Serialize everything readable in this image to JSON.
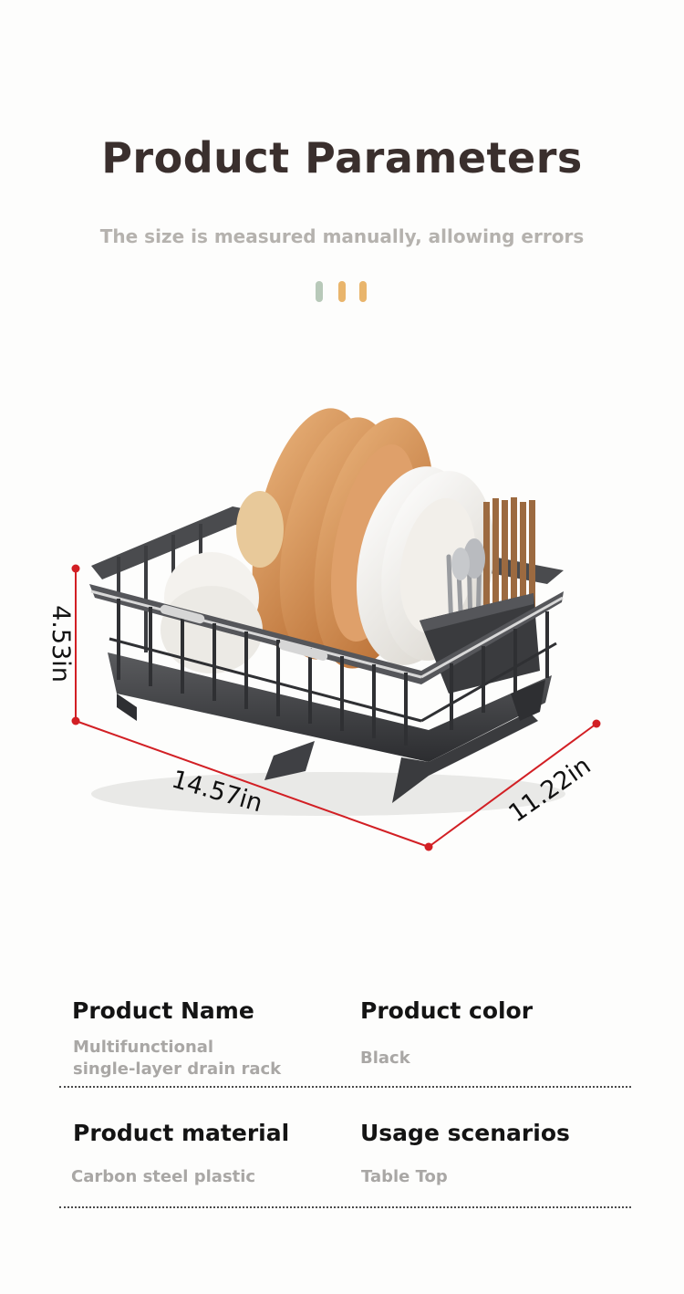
{
  "header": {
    "title": "Product Parameters",
    "subtitle": "The size is measured manually, allowing errors"
  },
  "accent_dots": [
    "#b8c9b9",
    "#e9b56c",
    "#e9b56c"
  ],
  "dimensions": {
    "height": "4.53in",
    "length": "14.57in",
    "width": "11.22in",
    "line_color": "#d21f24"
  },
  "parameters": [
    {
      "label": "Product Name",
      "value": "Multifunctional\nsingle-layer drain rack"
    },
    {
      "label": "Product color",
      "value": "Black"
    },
    {
      "label": "Product material",
      "value": "Carbon steel plastic"
    },
    {
      "label": "Usage scenarios",
      "value": "Table Top"
    }
  ]
}
